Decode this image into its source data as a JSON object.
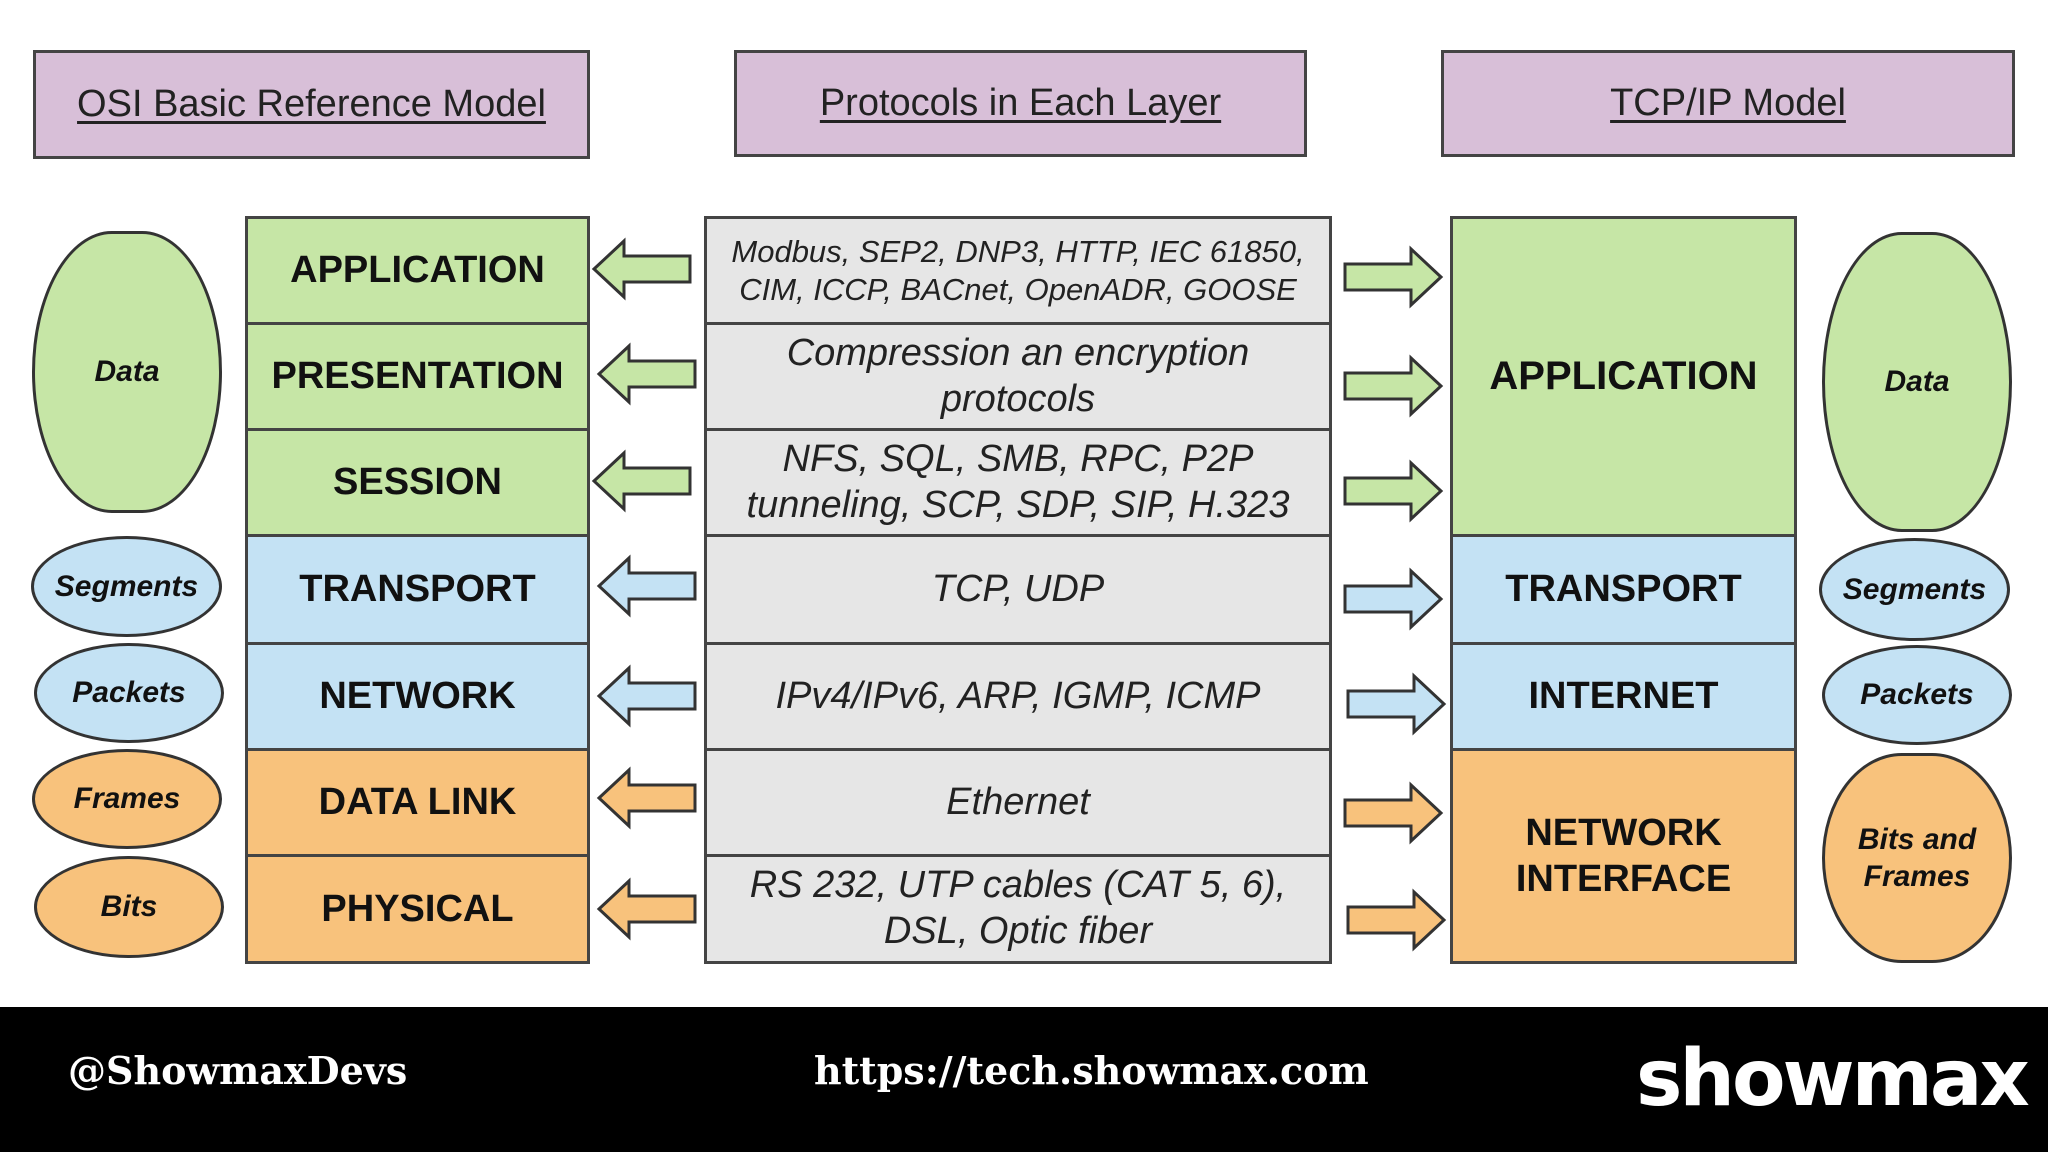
{
  "headers": {
    "osi": "OSI Basic Reference Model",
    "protocols": "Protocols in Each Layer",
    "tcpip": "TCP/IP Model"
  },
  "osi_layers": [
    {
      "name": "APPLICATION",
      "color": "#c6e6a6"
    },
    {
      "name": "PRESENTATION",
      "color": "#c6e6a6"
    },
    {
      "name": "SESSION",
      "color": "#c6e6a6"
    },
    {
      "name": "TRANSPORT",
      "color": "#c4e2f4"
    },
    {
      "name": "NETWORK",
      "color": "#c4e2f4"
    },
    {
      "name": "DATA LINK",
      "color": "#f8c27c"
    },
    {
      "name": "PHYSICAL",
      "color": "#f8c27c"
    }
  ],
  "protocols": [
    "Modbus, SEP2, DNP3, HTTP, IEC 61850, CIM, ICCP, BACnet, OpenADR, GOOSE",
    "Compression an encryption protocols",
    "NFS, SQL, SMB, RPC, P2P tunneling, SCP, SDP, SIP, H.323",
    "TCP, UDP",
    "IPv4/IPv6, ARP, IGMP, ICMP",
    "Ethernet",
    "RS 232, UTP cables (CAT 5, 6), DSL, Optic fiber"
  ],
  "tcpip_layers": [
    {
      "name": "APPLICATION",
      "color": "#c6e6a6"
    },
    {
      "name": "TRANSPORT",
      "color": "#c4e2f4"
    },
    {
      "name": "INTERNET",
      "color": "#c4e2f4"
    },
    {
      "name": "NETWORK INTERFACE",
      "color": "#f8c27c"
    }
  ],
  "osi_pdus": [
    "Data",
    "Segments",
    "Packets",
    "Frames",
    "Bits"
  ],
  "tcpip_pdus": [
    "Data",
    "Segments",
    "Packets",
    "Bits and Frames"
  ],
  "footer": {
    "handle": "@ShowmaxDevs",
    "url": "https://tech.showmax.com",
    "logo": "showmax"
  },
  "colors": {
    "header": "#d8bfd8",
    "green": "#c6e6a6",
    "blue": "#c4e2f4",
    "orange": "#f8c27c",
    "protocol_bg": "#e6e6e6"
  }
}
